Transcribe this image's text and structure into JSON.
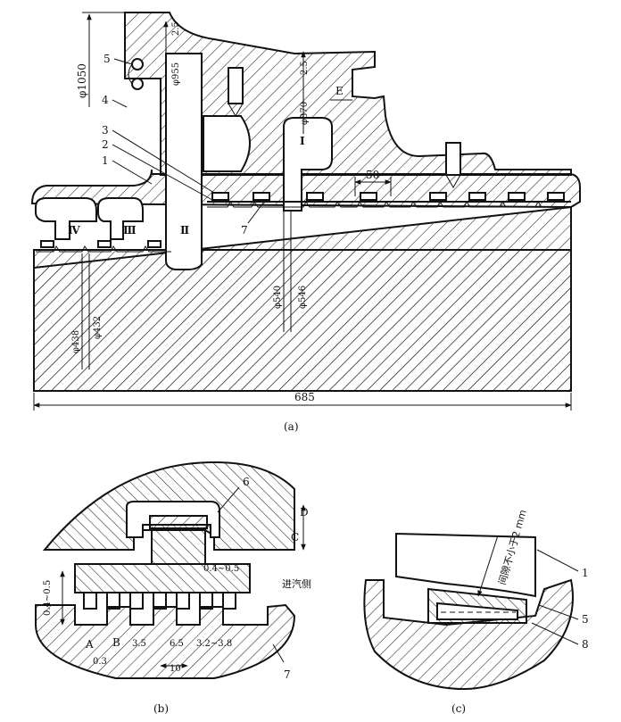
{
  "figure": {
    "sub_a": {
      "caption": "(a)",
      "dims": {
        "d1050": "φ1050",
        "d955": "φ955",
        "d870": "φ870",
        "d540": "φ540",
        "d546": "φ546",
        "d438": "φ438",
        "d432": "φ432",
        "gap_top": "2.5",
        "gap_mid": "2.5",
        "pitch": "50",
        "width": "685",
        "e": "E"
      },
      "parts": [
        "1",
        "2",
        "3",
        "4",
        "5",
        "7"
      ],
      "chambers": [
        "Ⅰ",
        "Ⅱ",
        "Ⅲ",
        "Ⅳ"
      ]
    },
    "sub_b": {
      "caption": "(b)",
      "dims": {
        "clear1": "0.4~0.5",
        "clear2": "0.4~0.5",
        "a": "A",
        "b": "B",
        "c": "C",
        "d": "D",
        "d03": "0.3",
        "d35": "3.5",
        "d65": "6.5",
        "d3238": "3.2~3.8",
        "d10": "10"
      },
      "parts": [
        "6",
        "7"
      ],
      "steam_side": "进汽侧"
    },
    "sub_c": {
      "caption": "(c)",
      "gap_note": "间隙不小于2 mm",
      "parts": [
        "1",
        "5",
        "8"
      ]
    }
  }
}
